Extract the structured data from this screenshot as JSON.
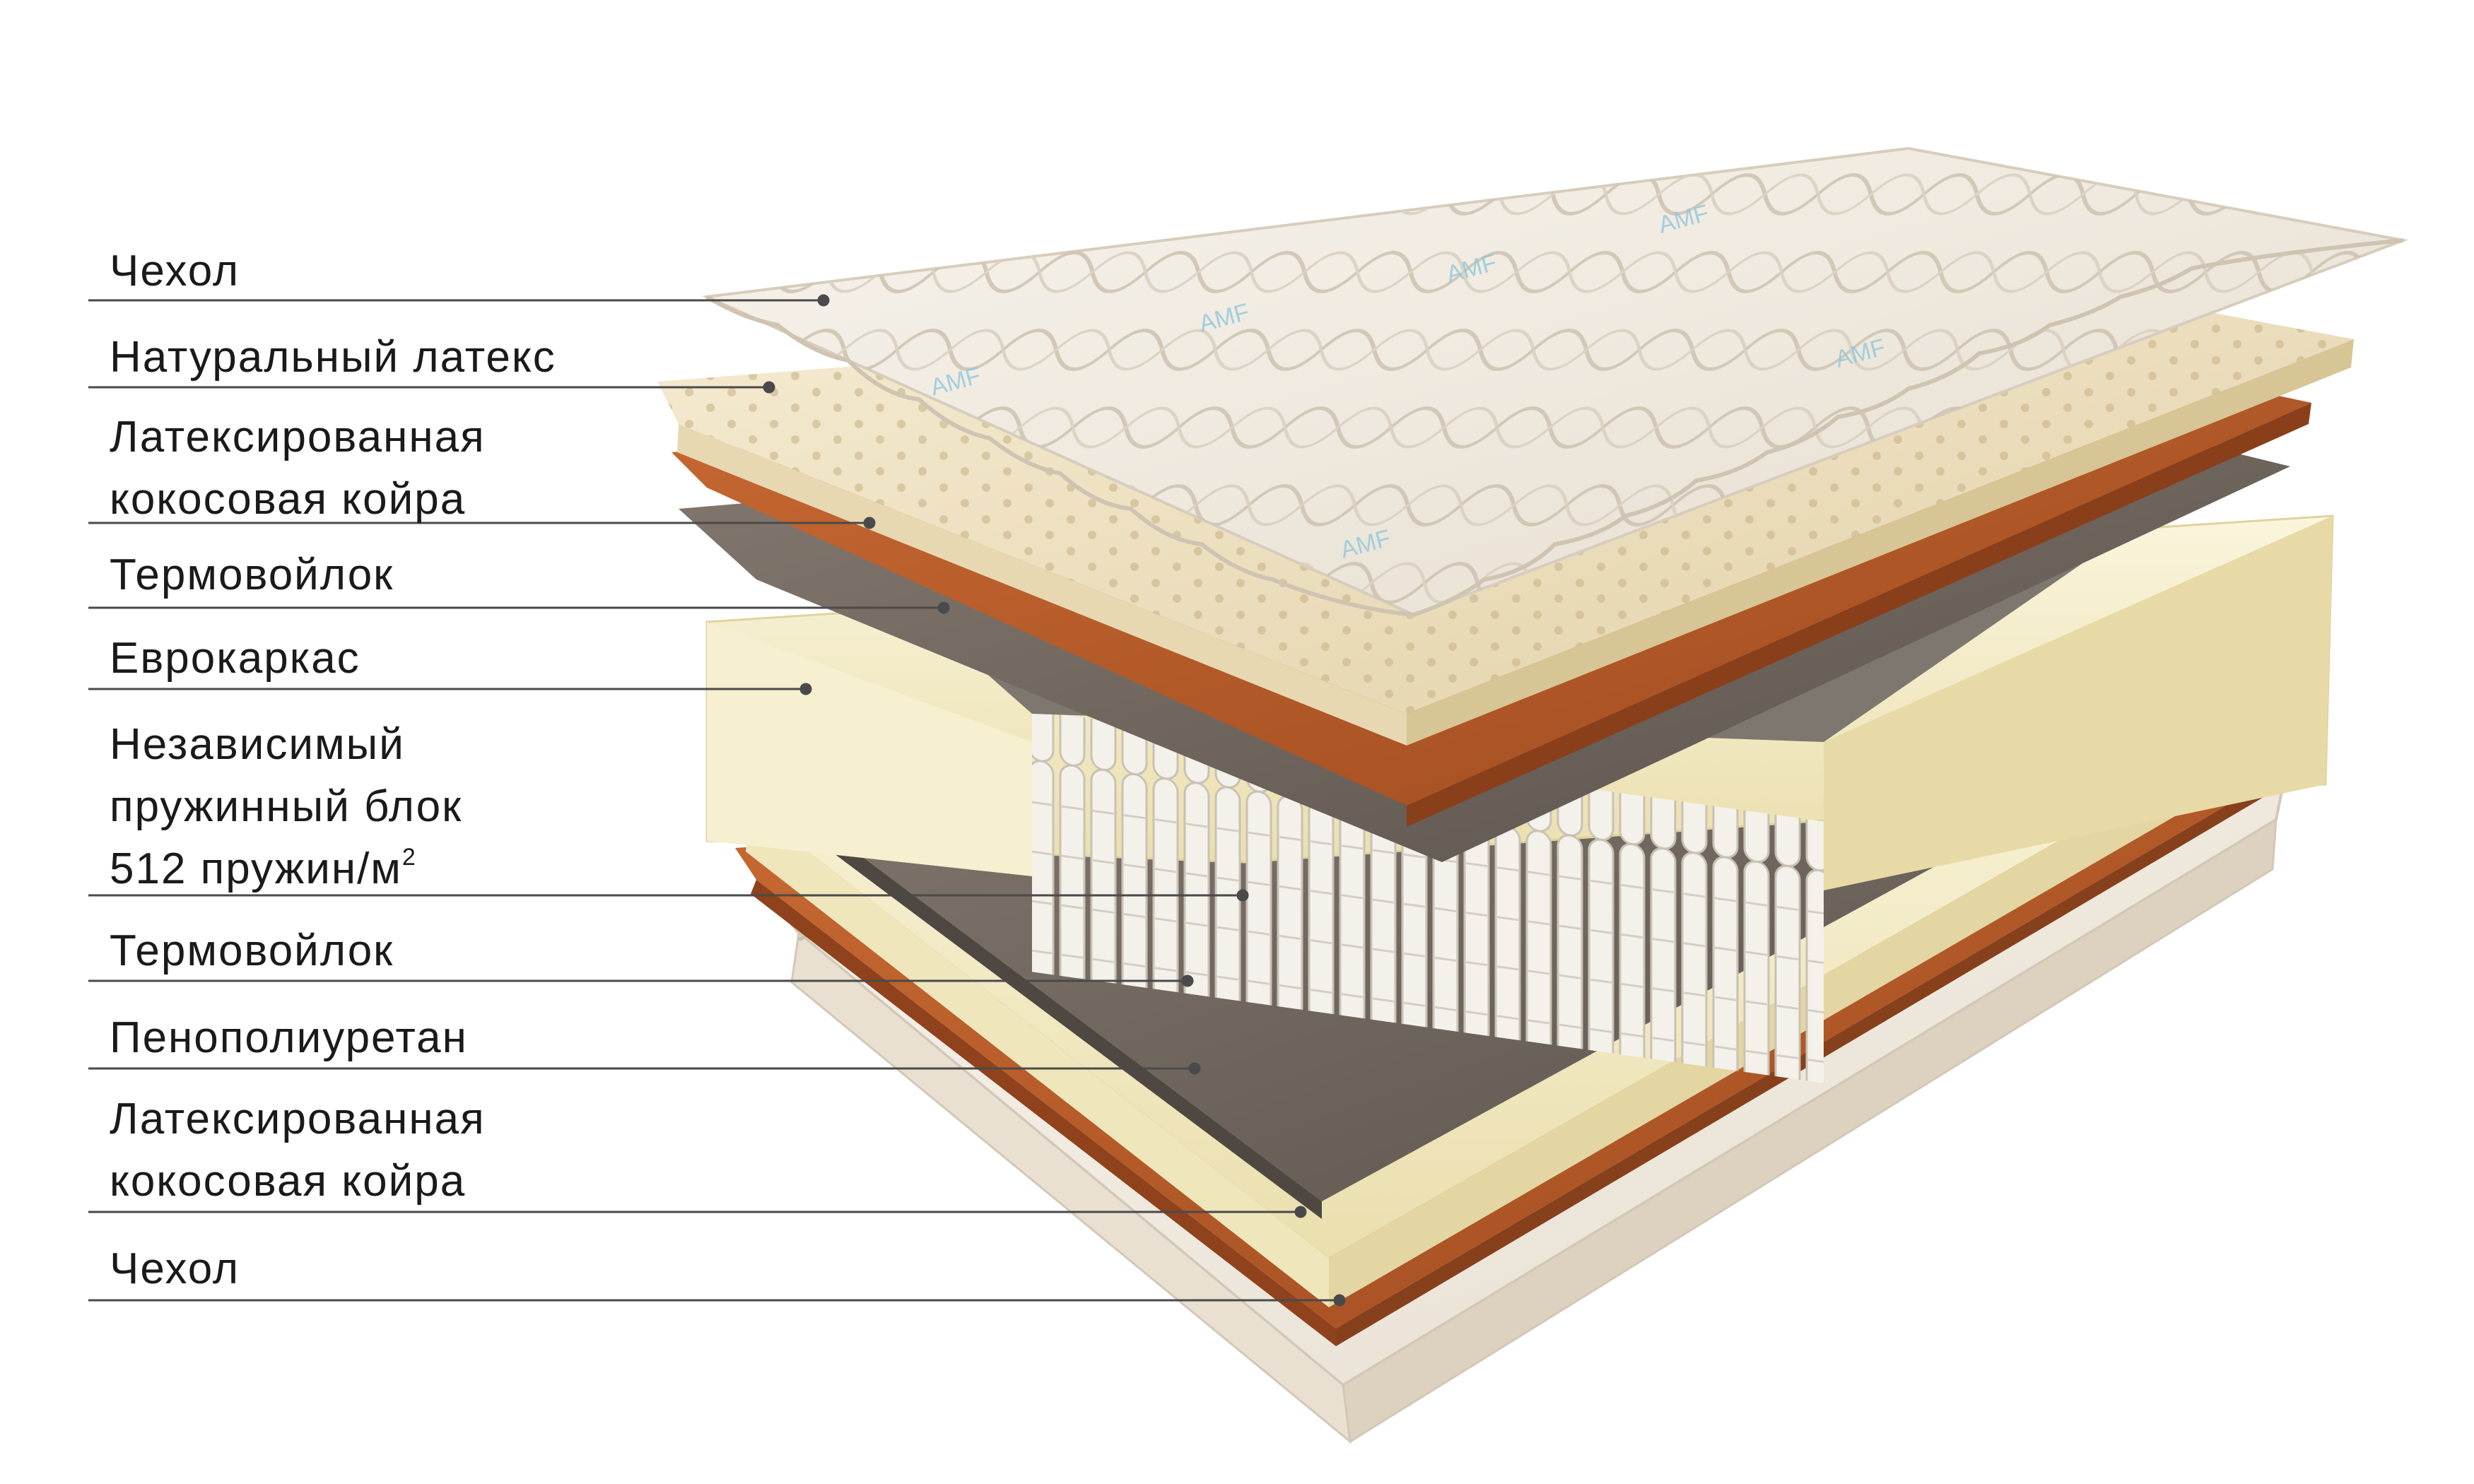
{
  "brand_mark": "AMF",
  "layers": [
    {
      "id": "cover-top",
      "lines": [
        "Чехол"
      ]
    },
    {
      "id": "latex",
      "lines": [
        "Натуральный латекс"
      ]
    },
    {
      "id": "coir-top",
      "lines": [
        "Латексированная",
        "кокосовая койра"
      ]
    },
    {
      "id": "felt-top",
      "lines": [
        "Термовойлок"
      ]
    },
    {
      "id": "euroframe",
      "lines": [
        "Еврокаркас"
      ]
    },
    {
      "id": "springs",
      "lines": [
        "Независимый",
        "пружинный блок",
        "512 пружин/м"
      ],
      "superscript": "2"
    },
    {
      "id": "felt-bottom",
      "lines": [
        "Термовойлок"
      ]
    },
    {
      "id": "foam",
      "lines": [
        "Пенополиуретан"
      ]
    },
    {
      "id": "coir-bottom",
      "lines": [
        "Латексированная",
        "кокосовая койра"
      ]
    },
    {
      "id": "cover-bottom",
      "lines": [
        "Чехол"
      ]
    }
  ],
  "colors": {
    "cover": "#f2ece2",
    "latex": "#efe3c6",
    "coir": "#b95a28",
    "felt": "#6e655e",
    "foam": "#f3ecc8",
    "spring": "#eeeae2",
    "leader": "#444444"
  }
}
